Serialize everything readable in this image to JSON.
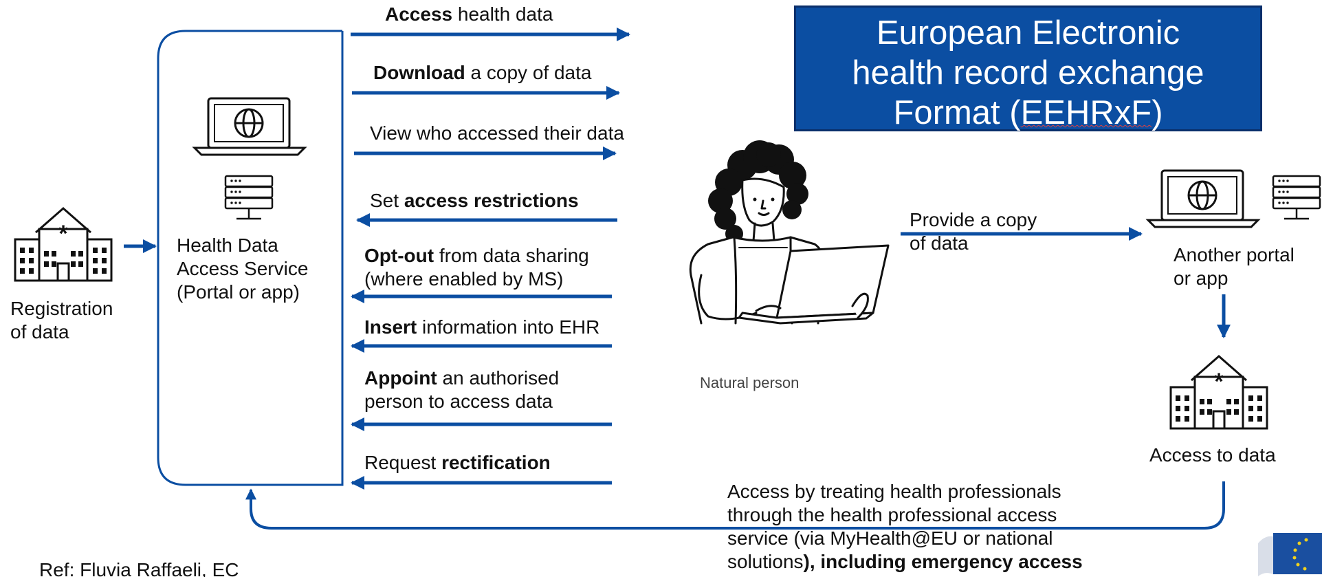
{
  "title": {
    "line1": "European Electronic",
    "line2": "health record exchange",
    "line3_prefix": "Format (",
    "line3_abbrev": "EEHRxF",
    "line3_suffix": ")"
  },
  "actions": [
    {
      "bold": "Access",
      "rest": " health data",
      "direction": "out"
    },
    {
      "bold": "Download",
      "rest": " a copy of data",
      "direction": "out"
    },
    {
      "bold": "",
      "rest": "View who accessed their data",
      "direction": "out"
    },
    {
      "pre": "Set ",
      "bold": "access restrictions",
      "direction": "in"
    },
    {
      "bold": "Opt-out",
      "rest": " from data sharing",
      "line2": "(where enabled by MS)",
      "direction": "in"
    },
    {
      "bold": "Insert",
      "rest": " information into EHR",
      "direction": "in"
    },
    {
      "bold": "Appoint",
      "rest": " an authorised",
      "line2": "person to access data",
      "direction": "in"
    },
    {
      "pre": "Request ",
      "bold": "rectification",
      "direction": "in"
    }
  ],
  "service": {
    "line1": "Health Data",
    "line2": "Access Service",
    "line3": "(Portal or app)"
  },
  "registration": {
    "line1": "Registration",
    "line2": "of data"
  },
  "person_label": "Natural person",
  "provide": {
    "line1": "Provide a copy",
    "line2": "of data"
  },
  "another_portal": {
    "line1": "Another portal",
    "line2": "or app"
  },
  "access_to_data": "Access to data",
  "professionals": {
    "line1": "Access by treating health professionals",
    "line2": "through the health professional access",
    "line3": "service (via MyHealth@EU or national",
    "line4_prefix": "solutions",
    "line4_bold": "), including emergency access"
  },
  "ref": "Ref: Fluvia Raffaeli, EC",
  "colors": {
    "arrow": "#0b4ea2",
    "title_bg": "#0b4ea2",
    "icon": "#111111"
  },
  "icons": [
    "laptop-globe-icon",
    "server-icon",
    "hospital-icon",
    "person-laptop-icon",
    "eu-flag-icon"
  ]
}
